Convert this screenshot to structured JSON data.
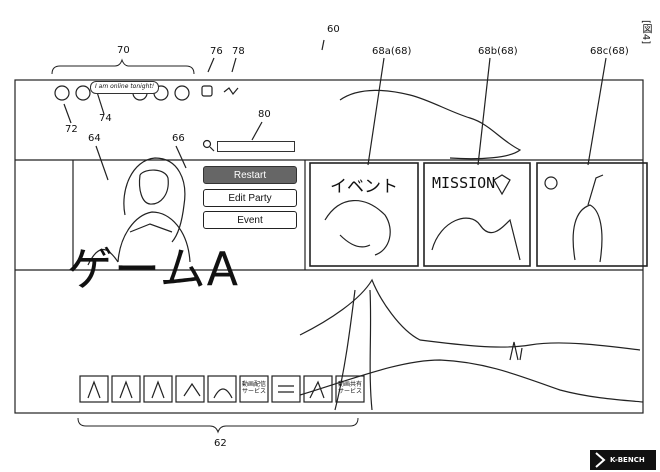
{
  "figure_label": "[図4]",
  "refs": {
    "screen": "60",
    "thumb_row": "62",
    "main_image": "64",
    "character": "66",
    "card_a": "68a(68)",
    "card_b": "68b(68)",
    "card_c": "68c(68)",
    "friends": "70",
    "friend_icon": "72",
    "status": "74",
    "icon_a": "76",
    "icon_b": "78",
    "search": "80"
  },
  "status_text": "I am online tonight!",
  "menu": {
    "restart": "Restart",
    "edit_party": "Edit Party",
    "event": "Event"
  },
  "game_title": "ゲームA",
  "cards": {
    "a_title": "イベント",
    "b_title": "MISSION"
  },
  "thumbs": {
    "t6": "動画配信\nサービス",
    "t9": "動画共有\nサービス"
  },
  "watermark": "K-BENCH",
  "colors": {
    "line": "#222222",
    "button_active": "#666666"
  }
}
